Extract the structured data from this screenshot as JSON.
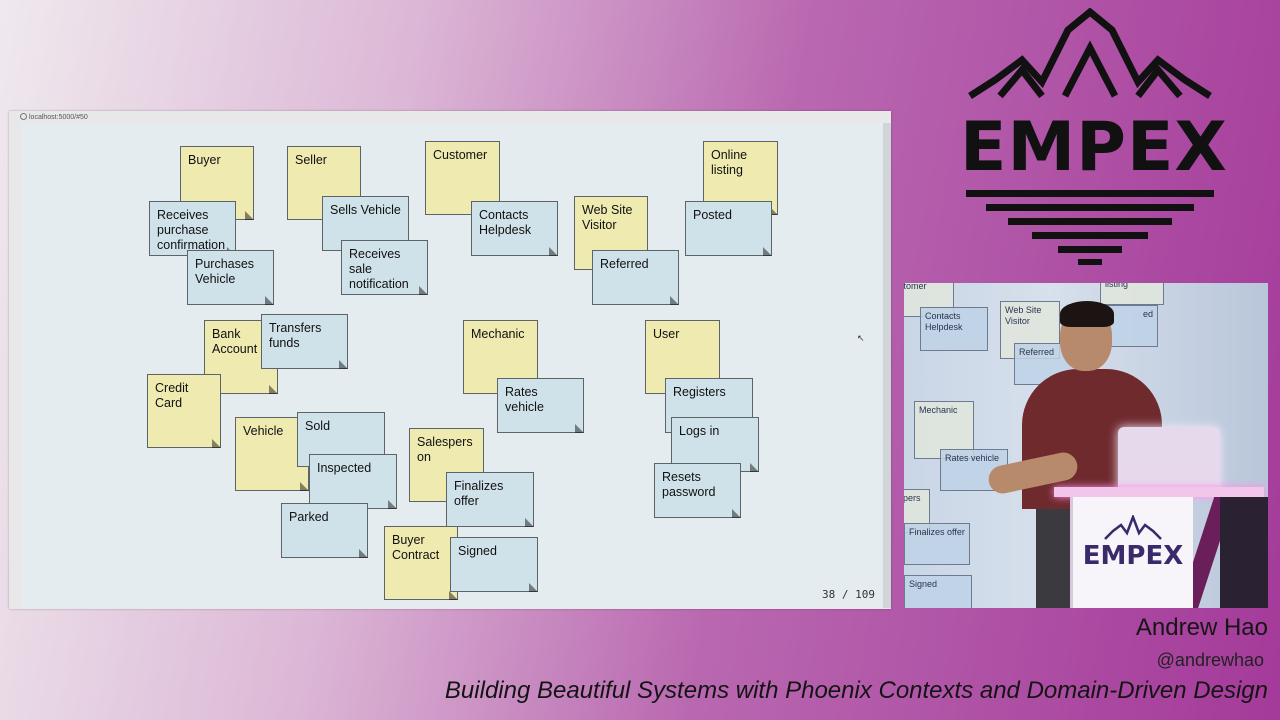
{
  "browser": {
    "url": "localhost:5000/#50"
  },
  "slide": {
    "counter": "38 / 109",
    "notes": {
      "buyer": "Buyer",
      "receives_purchase_confirmation": "Receives purchase confirmation",
      "purchases_vehicle": "Purchases Vehicle",
      "seller": "Seller",
      "sells_vehicle": "Sells Vehicle",
      "receives_sale_notification": "Receives sale notification",
      "customer": "Customer",
      "contacts_helpdesk": "Contacts Helpdesk",
      "web_site_visitor": "Web Site Visitor",
      "referred": "Referred",
      "online_listing": "Online listing",
      "posted": "Posted",
      "bank_account": "Bank Account",
      "transfers_funds": "Transfers funds",
      "credit_card": "Credit Card",
      "mechanic": "Mechanic",
      "rates_vehicle": "Rates vehicle",
      "user": "User",
      "registers": "Registers",
      "logs_in": "Logs in",
      "resets_password": "Resets password",
      "vehicle": "Vehicle",
      "sold": "Sold",
      "inspected": "Inspected",
      "parked": "Parked",
      "salesperson": "Salespers on",
      "finalizes_offer": "Finalizes offer",
      "buyer_contract": "Buyer Contract",
      "signed": "Signed"
    }
  },
  "logo": {
    "text": "EMPEX"
  },
  "video": {
    "notes": {
      "customer_partial": "stomer",
      "contacts_helpdesk": "Contacts Helpdesk",
      "web_site_visitor": "Web Site Visitor",
      "referred": "Referred",
      "listing_partial": "listing",
      "posted_partial": "ed",
      "mechanic": "Mechanic",
      "rates_vehicle": "Rates vehicle",
      "salesperson_partial": "pers",
      "finalizes_offer": "Finalizes offer",
      "signed": "Signed"
    },
    "podium_logo": "EMPEX"
  },
  "caption": {
    "speaker_name": "Andrew Hao",
    "speaker_handle": "@andrewhao",
    "talk_title": "Building Beautiful Systems with Phoenix Contexts and Domain-Driven Design"
  },
  "colors": {
    "sticky_yellow": "#eeeab0",
    "sticky_blue": "#cfe2ea",
    "brand": "#a43a9a"
  }
}
